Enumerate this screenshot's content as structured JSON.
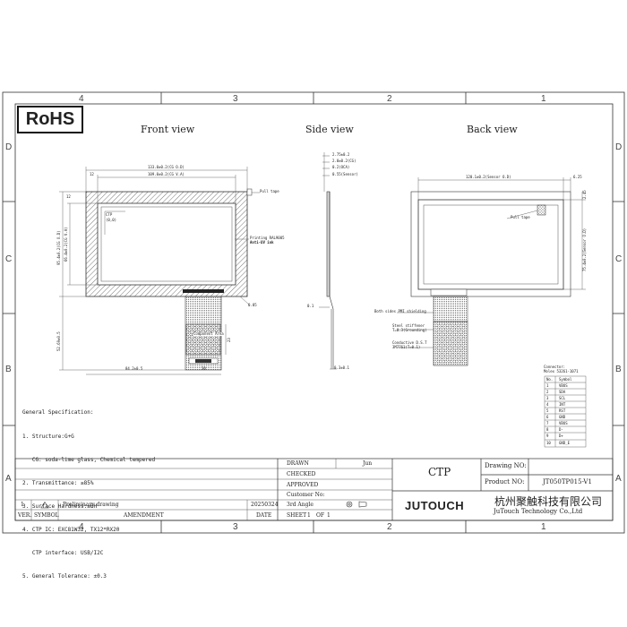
{
  "zones": {
    "top": [
      "4",
      "3",
      "2",
      "1"
    ],
    "bottom": [
      "4",
      "3",
      "2",
      "1"
    ],
    "left": [
      "D",
      "C",
      "B",
      "A"
    ],
    "right": [
      "D",
      "C",
      "B",
      "A"
    ]
  },
  "rohs": "RoHS",
  "views": {
    "front": "Front view",
    "side": "Side view",
    "back": "Back view"
  },
  "front_dims": {
    "overall_width": "133.0±0.2(CG O.D)",
    "inner_width": "109.0±0.2(CG V.A)",
    "left_margin": "12",
    "top_margin": "12",
    "overall_height": "95.4±0.2(CG O.D)",
    "inner_height": "66.4±0.2(CG V.A)",
    "ctp_label": "CTP",
    "ctp_origin": "(0,0)",
    "pull_tape": "Pull tape",
    "printing": "Printing RAL9005",
    "anti_uv": "Anti-UV ink",
    "fpc_length": "52.69±0.5",
    "fpc_offset": "84.2±0.5",
    "fpc_width": "30",
    "fpc_height": "23",
    "corner": "0.85",
    "component_note": "Component Area"
  },
  "side_dims": {
    "d1": "2.75±0.2",
    "d2": "2.0±0.2(CG)",
    "d3": "0.2(OCA)",
    "d4": "0.55(Sensor)",
    "d5": "0.1",
    "d6": "0.3±0.1"
  },
  "back_dims": {
    "sensor_width": "120.1±0.2(Sensor O.D)",
    "right_gap": "6.25",
    "right_top": "2.45",
    "sensor_height": "75.4±0.2(Sensor O.D)",
    "pull_tape": "Pull tape",
    "shield_note": "Both sides PMI shielding",
    "stiffener": "Steel stiffener",
    "stiffener2": "T=0.3(Grounding)",
    "conductive": "Conductive D.S.T",
    "conductive2": "3M7761(T=0.1)"
  },
  "connector": {
    "title": "Connector:",
    "model": "Molex 53261-1071",
    "headers": [
      "No.",
      "Symbol"
    ],
    "rows": [
      [
        "1",
        "VBUS"
      ],
      [
        "2",
        "SDA"
      ],
      [
        "3",
        "SCL"
      ],
      [
        "4",
        "INT"
      ],
      [
        "5",
        "RST"
      ],
      [
        "6",
        "GND"
      ],
      [
        "7",
        "VBUS"
      ],
      [
        "8",
        "D-"
      ],
      [
        "9",
        "D+"
      ],
      [
        "10",
        "GND_E"
      ]
    ]
  },
  "spec_lines": [
    "General Specification:",
    "1. Structure:G+G",
    "   CG: soda-lime glass, Chemical tempered",
    "2. Transmittance: ≥85%",
    "3. Surface Hardness:≥6H",
    "4. CTP IC: EXC81W32, TX12*RX20",
    "   CTP interface: USB/I2C",
    "5. General Tolerance: ±0.3"
  ],
  "revision": {
    "ver": "1",
    "desc": "Preliminary drawing",
    "date": "20250324",
    "headers": [
      "VER.",
      "SYMBOL",
      "AMENDMENT",
      "DATE"
    ]
  },
  "title_block": {
    "drawn": "DRAWN",
    "drawn_by": "Jun",
    "checked": "CHECKED",
    "approved": "APPROVED",
    "customer_no": "Customer No:",
    "angle": "3rd Angle",
    "sheet": "SHEET",
    "sheet_no": "1",
    "of": "OF",
    "sheet_total": "1",
    "product_type": "CTP",
    "drawing_no_label": "Drawing NO:",
    "product_no_label": "Product NO:",
    "product_no": "JT050TP015-V1",
    "logo": "JUTOUCH",
    "company_cn": "杭州聚触科技有限公司",
    "company_en": "JuTouch Technology Co.,Ltd"
  }
}
